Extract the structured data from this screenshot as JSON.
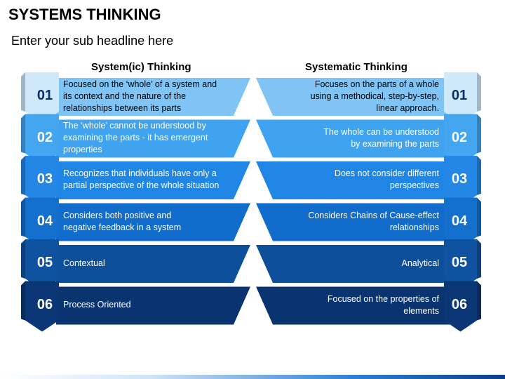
{
  "title": "SYSTEMS THINKING",
  "subtitle": "Enter your sub headline here",
  "columns": {
    "left": "System(ic) Thinking",
    "right": "Systematic Thinking"
  },
  "rows": [
    {
      "number": "01",
      "left_lines": [
        "Focused on the ‘whole’  of a system and",
        "its context and the nature of the",
        "relationships between  its parts"
      ],
      "right_lines": [
        "Focuses on the parts of a whole",
        "using a methodical, step-by-step,",
        "linear approach."
      ],
      "band_color": "#7fc4f5",
      "tab_color": "#cfe9fb",
      "number_color": "#0c2f6b",
      "text_color": "#000000"
    },
    {
      "number": "02",
      "left_lines": [
        "The ‘whole’ cannot be understood by",
        "examining the parts - it has emergent",
        "properties"
      ],
      "right_lines": [
        "The whole can be understood",
        "by examining the parts"
      ],
      "band_color": "#3fa3f0",
      "tab_color": "#44a6f0",
      "number_color": "#ffffff",
      "text_color": "#ffffff"
    },
    {
      "number": "03",
      "left_lines": [
        "Recognizes that individuals have only a",
        "partial perspective of the whole situation"
      ],
      "right_lines": [
        "Does not consider different",
        "perspectives"
      ],
      "band_color": "#1f86e6",
      "tab_color": "#2487e6",
      "number_color": "#ffffff",
      "text_color": "#ffffff"
    },
    {
      "number": "04",
      "left_lines": [
        "Considers both positive and",
        "negative feedback in a system"
      ],
      "right_lines": [
        "Considers Chains of Cause-effect",
        "relationships"
      ],
      "band_color": "#126ccb",
      "tab_color": "#146fcd",
      "number_color": "#ffffff",
      "text_color": "#ffffff"
    },
    {
      "number": "05",
      "left_lines": [
        "Contextual"
      ],
      "right_lines": [
        "Analytical"
      ],
      "band_color": "#0e4f9a",
      "tab_color": "#0f529f",
      "number_color": "#ffffff",
      "text_color": "#ffffff"
    },
    {
      "number": "06",
      "left_lines": [
        "Process Oriented"
      ],
      "right_lines": [
        "Focused on the properties of",
        "elements"
      ],
      "band_color": "#0a3470",
      "tab_color": "#0b3776",
      "number_color": "#ffffff",
      "text_color": "#ffffff"
    }
  ]
}
